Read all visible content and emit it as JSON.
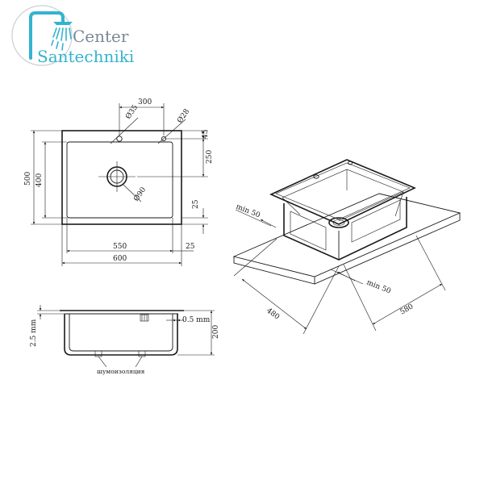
{
  "logo": {
    "line1": "Center",
    "line2": "Santechniki",
    "colors": {
      "text": "#7a8896",
      "accent": "#34b3cf",
      "ring": "#c9d0d6"
    }
  },
  "top_view": {
    "dim_top_width": "300",
    "dim_hole_left": "Ø35",
    "dim_hole_right": "Ø28",
    "dim_right_45": "45",
    "dim_right_250": "250",
    "dim_right_25": "25",
    "dim_left_500": "500",
    "dim_left_400": "400",
    "dim_drain": "Ø90",
    "dim_bottom_550": "550",
    "dim_bottom_25": "25",
    "dim_bottom_600": "600"
  },
  "section_view": {
    "dim_wall": "2.5 mm",
    "dim_sheet": "0.5 mm",
    "dim_depth": "200",
    "label_insulation": "шумоизоляция"
  },
  "iso_view": {
    "dim_min_left": "min 50",
    "dim_min_right": "min 50",
    "dim_480": "480",
    "dim_580": "580"
  }
}
